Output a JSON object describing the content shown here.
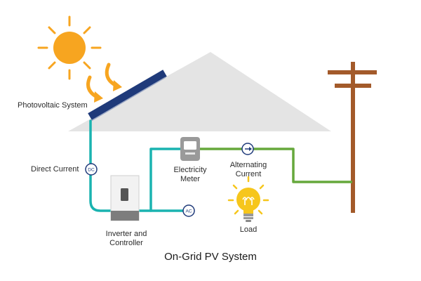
{
  "title": "On-Grid PV System",
  "labels": {
    "photovoltaic": "Photovoltaic System",
    "direct_current": "Direct Current",
    "inverter_line1": "Inverter and",
    "inverter_line2": "Controller",
    "meter_line1": "Electricity",
    "meter_line2": "Meter",
    "ac_line1": "Alternating",
    "ac_line2": "Current",
    "load": "Load"
  },
  "badges": {
    "dc": "DC",
    "ac": "AC"
  },
  "colors": {
    "dc_wire": "#1ab3b0",
    "ac_wire": "#66a83c",
    "sun": "#f7a520",
    "roof": "#e4e4e4",
    "panel": "#1f3a7a",
    "pole": "#a35a2a",
    "bulb": "#f6c61c"
  },
  "icons": [
    "sun-icon",
    "sun-ray-arrow-icon",
    "light-bulb-icon",
    "utility-pole-icon",
    "solar-panel-icon"
  ]
}
